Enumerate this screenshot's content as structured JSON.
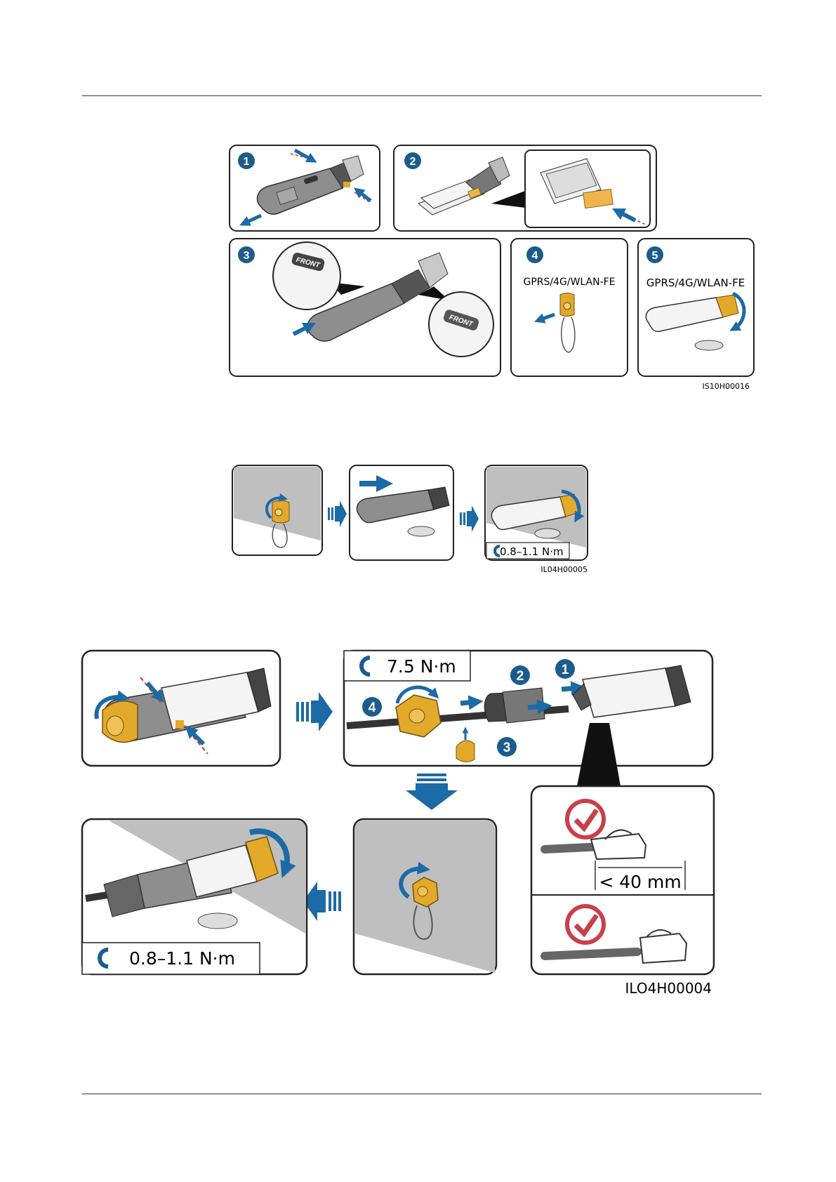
{
  "figure_1": {
    "steps": [
      "1",
      "2",
      "3",
      "4",
      "5"
    ],
    "front_label": "FRONT",
    "panel4_label": "GPRS/4G/WLAN-FE",
    "panel5_label": "GPRS/4G/WLAN-FE",
    "figure_code": "IS10H00016"
  },
  "figure_2": {
    "torque": "0.8–1.1 N·m",
    "figure_code": "IL04H00005"
  },
  "figure_3": {
    "torque_top": "7.5 N·m",
    "steps": [
      "1",
      "2",
      "3",
      "4"
    ],
    "cable_length": "< 40 mm",
    "torque_bottom": "0.8–1.1 N·m",
    "figure_code": "ILO4H00004"
  },
  "colors": {
    "step_badge": "#1c5c8c",
    "arrow_blue": "#1c6aa6",
    "brass": "#e3a92b",
    "sim_card": "#efb54a",
    "check_red": "#c8404a",
    "wall_gray": "#bfbfbf"
  }
}
